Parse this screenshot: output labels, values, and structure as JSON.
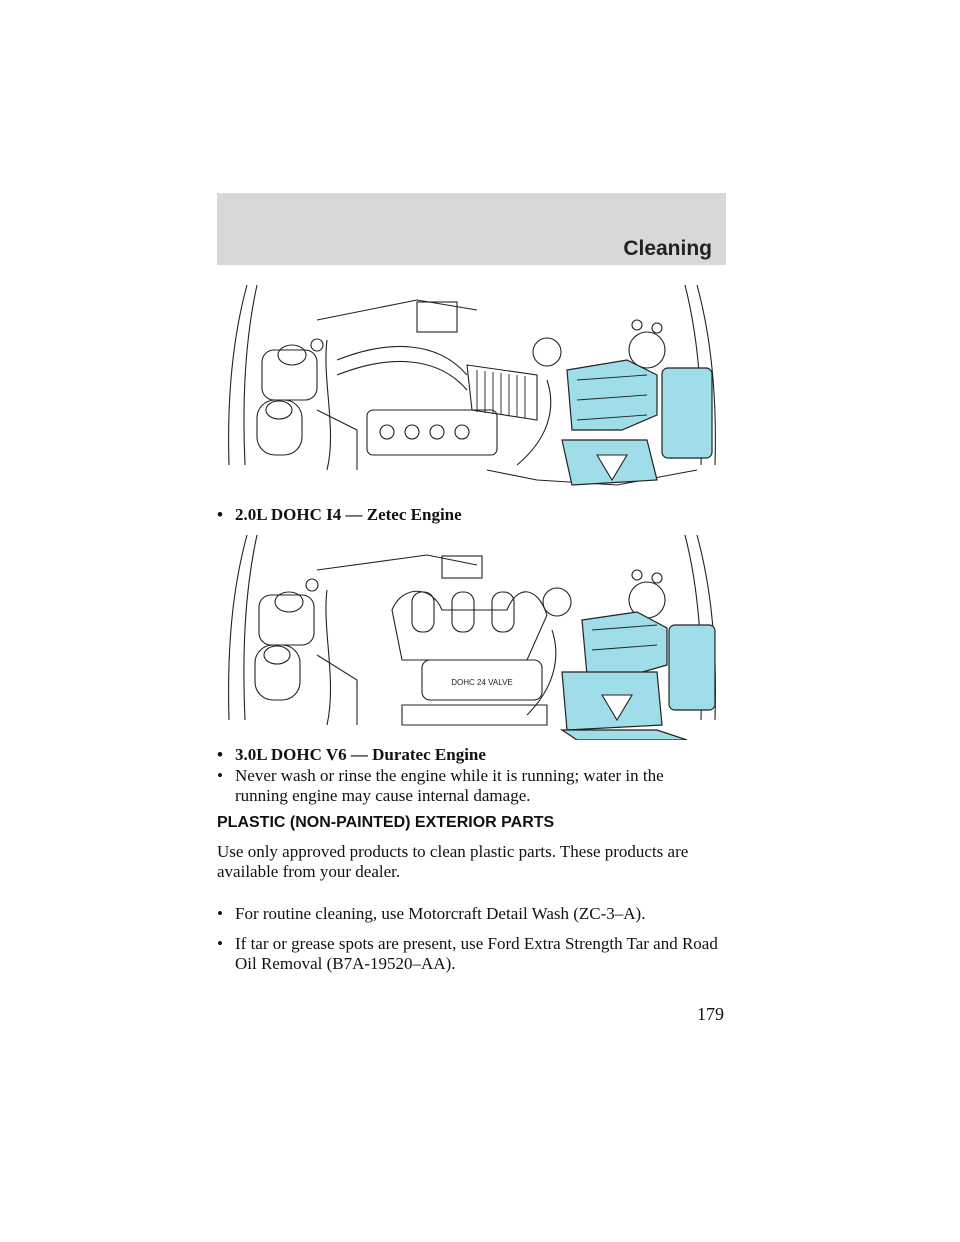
{
  "header": {
    "section": "Cleaning"
  },
  "figures": [
    {
      "caption": "2.0L DOHC I4 — Zetec Engine",
      "accent": "#9fdde8"
    },
    {
      "caption": "3.0L DOHC V6 — Duratec Engine",
      "accent": "#9fdde8",
      "cover_text": "DOHC 24 VALVE"
    }
  ],
  "bullets": [
    "Never wash or rinse the engine while it is running; water in the running engine may cause internal damage."
  ],
  "section_title": "PLASTIC (NON-PAINTED) EXTERIOR PARTS",
  "paragraph": "Use only approved products to clean plastic parts. These products are available from your dealer.",
  "list": [
    "For routine cleaning, use Motorcraft Detail Wash (ZC-3–A).",
    "If tar or grease spots are present, use Ford Extra Strength Tar and Road Oil Removal (B7A-19520–AA)."
  ],
  "page_number": "179",
  "bullet_char": "•"
}
